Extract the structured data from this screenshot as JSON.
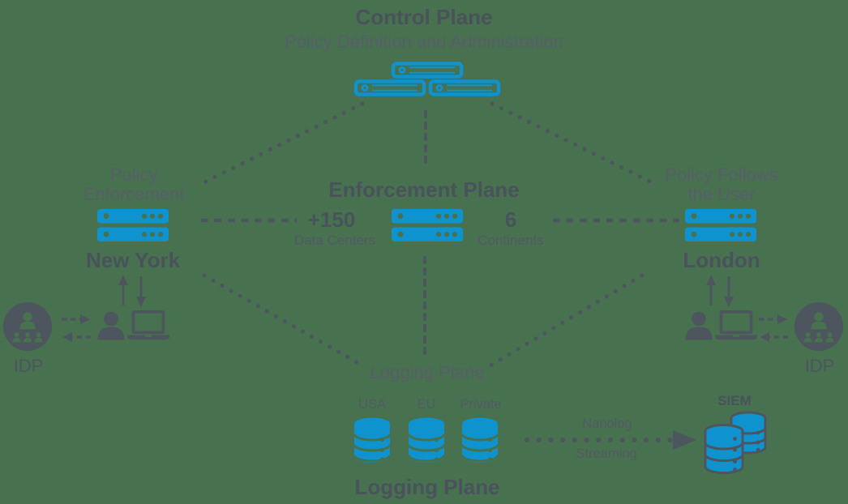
{
  "colors": {
    "background": "#47714f",
    "accent_blue": "#0f93cf",
    "dark_gray": "#4d555e",
    "text_dark": "#4a525c",
    "text_gray": "#565e68"
  },
  "control_plane": {
    "title": "Control Plane",
    "subtitle": "Policy Definition and Administration"
  },
  "enforcement_plane": {
    "title": "Enforcement Plane",
    "stat_left_value": "+150",
    "stat_left_label": "Data Centers",
    "stat_right_value": "6",
    "stat_right_label": "Continents"
  },
  "left_node": {
    "label_line1": "Policy",
    "label_line2": "Enforcement",
    "city": "New York",
    "idp_label": "IDP"
  },
  "right_node": {
    "label_line1": "Policy Follows",
    "label_line2": "the User",
    "city": "London",
    "idp_label": "IDP"
  },
  "logging_plane": {
    "label": "Logging Plane",
    "title": "Logging Plane",
    "datastores": [
      "USA",
      "EU",
      "Private"
    ],
    "flow_label_top": "Nanolog",
    "flow_label_bottom": "Streaming",
    "siem_label": "SIEM"
  }
}
